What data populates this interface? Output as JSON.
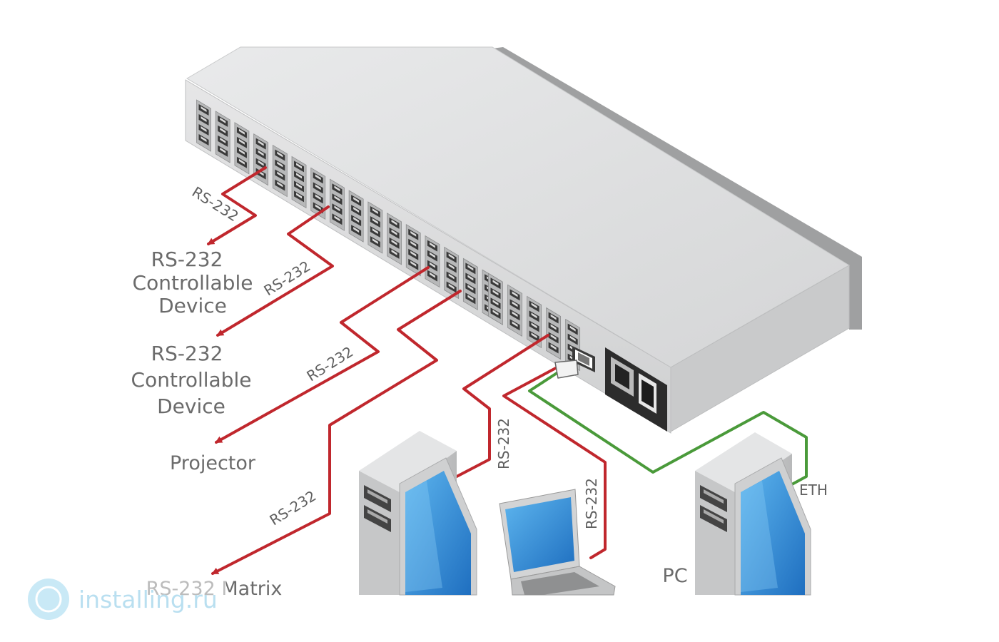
{
  "labels": {
    "device1": [
      "RS-232",
      "Controllable",
      "Device"
    ],
    "device2": [
      "RS-232",
      "Controllable",
      "Device"
    ],
    "projector": "Projector",
    "matrix": "RS-232 Matrix",
    "pc": "PC",
    "eth": "ETH"
  },
  "cable_labels": {
    "c1": "RS-232",
    "c2": "RS-232",
    "c3": "RS-232",
    "c4": "RS-232",
    "c5": "RS-232",
    "c6": "RS-232"
  },
  "watermark": {
    "text": "installing.ru"
  },
  "colors": {
    "rs232_cable": "#c0272d",
    "eth_cable": "#4a9a3a",
    "chassis_top": "#dedfe0",
    "chassis_front": "#d9dadb",
    "screen": "#3d9ce0"
  }
}
